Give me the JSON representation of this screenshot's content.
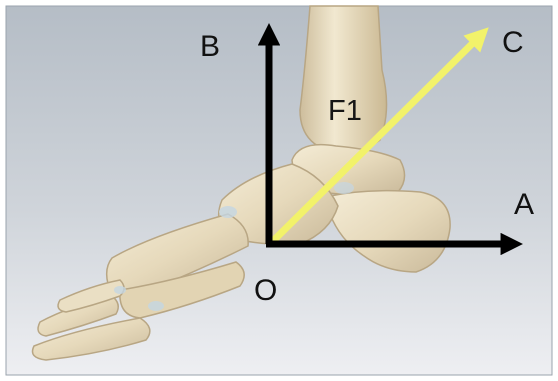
{
  "labels": {
    "a": "A",
    "b": "B",
    "c": "C",
    "o": "O",
    "f1": "F1"
  },
  "colors": {
    "axis_arrow": "#000000",
    "force_arrow": "#f2f26a",
    "bone": "#e8dcc0",
    "background_top": "#b8c0c9",
    "background_bottom": "#ecedf0"
  }
}
